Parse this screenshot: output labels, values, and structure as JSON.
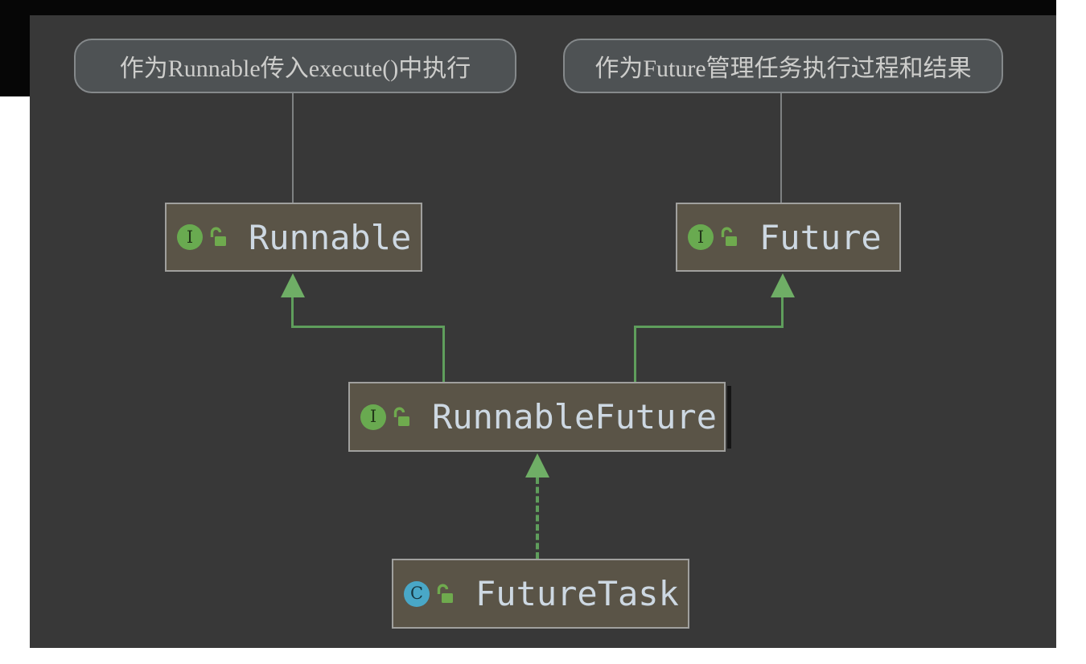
{
  "diagram": {
    "tool": "ide-uml-diagram",
    "annotations": [
      {
        "text": "作为Runnable传入execute()中执行",
        "points_to": "Runnable"
      },
      {
        "text": "作为Future管理任务执行过程和结果",
        "points_to": "Future"
      }
    ],
    "nodes": {
      "runnable": {
        "label": "Runnable",
        "kind": "interface",
        "badge": "I",
        "visibility_icon": "open-lock"
      },
      "future": {
        "label": "Future",
        "kind": "interface",
        "badge": "I",
        "visibility_icon": "open-lock"
      },
      "runnable_future": {
        "label": "RunnableFuture",
        "kind": "interface",
        "badge": "I",
        "visibility_icon": "open-lock"
      },
      "future_task": {
        "label": "FutureTask",
        "kind": "class",
        "badge": "C",
        "visibility_icon": "open-lock"
      }
    },
    "edges": [
      {
        "from": "RunnableFuture",
        "to": "Runnable",
        "type": "extends",
        "style": "solid-green-arrow"
      },
      {
        "from": "RunnableFuture",
        "to": "Future",
        "type": "extends",
        "style": "solid-green-arrow"
      },
      {
        "from": "FutureTask",
        "to": "RunnableFuture",
        "type": "implements",
        "style": "dashed-green-arrow"
      }
    ],
    "colors": {
      "canvas_background": "#383838",
      "edge_green": "#5f9e5c",
      "arrowhead_green": "#6fae66",
      "interface_badge_green": "#69aa50",
      "class_badge_blue": "#49a7c7",
      "lock_green": "#6faa4e",
      "node_fill": "#5a5447",
      "node_border": "#a0a09e",
      "node_text": "#cdd8e2",
      "annotation_fill": "#4e5254",
      "annotation_border": "#85898b",
      "annotation_text": "#cdcdcb",
      "connector_gray": "#7e8182"
    }
  }
}
